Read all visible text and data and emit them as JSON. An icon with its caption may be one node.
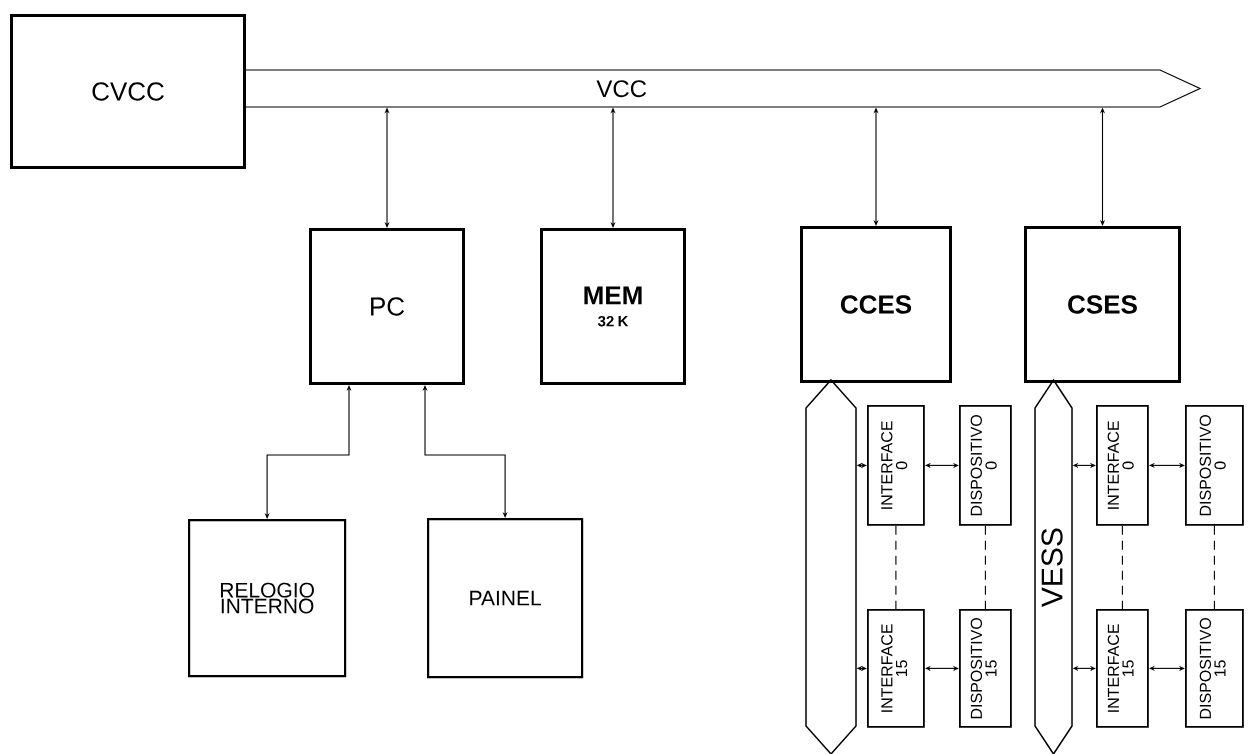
{
  "diagram": {
    "nodes": [
      {
        "text": [
          "CVCC"
        ]
      },
      {
        "text": [
          "VCC"
        ]
      },
      {
        "text": [
          "PC"
        ]
      },
      {
        "text": [
          "MEM",
          "32 K"
        ]
      },
      {
        "text": [
          "CCES"
        ]
      },
      {
        "text": [
          "CSES"
        ]
      },
      {
        "text": [
          "RELOGIO INTERNO"
        ]
      },
      {
        "text": [
          "PAINEL"
        ]
      },
      {
        "text": [],
        "shape": "bar"
      },
      {
        "text": [
          "INTERFACE",
          "0"
        ]
      },
      {
        "text": [
          "DISPOSITIVO",
          "0"
        ]
      },
      {
        "text": [
          "INTERFACE",
          "15"
        ]
      },
      {
        "text": [
          "DISPOSITIVO",
          "15"
        ]
      },
      {
        "text": [
          "VESS"
        ]
      },
      {
        "text": [
          "INTERFACE",
          "0"
        ]
      },
      {
        "text": [
          "DISPOSITIVO",
          "0"
        ]
      },
      {
        "text": [
          "INTERFACE",
          "15"
        ]
      },
      {
        "text": [
          "DISPOSITIVO",
          "15"
        ]
      }
    ],
    "edges": [
      {
        "from": 1,
        "to": 2,
        "arrow": "both"
      },
      {
        "from": 1,
        "to": 3,
        "arrow": "both"
      },
      {
        "from": 1,
        "to": 4,
        "arrow": "both"
      },
      {
        "from": 1,
        "to": 5,
        "arrow": "both"
      },
      {
        "from": 2,
        "to": 6,
        "arrow": "both"
      },
      {
        "from": 2,
        "to": 7,
        "arrow": "both"
      },
      {
        "from": 8,
        "to": 9,
        "arrow": "both"
      },
      {
        "from": 9,
        "to": 10,
        "arrow": "both"
      },
      {
        "from": 9,
        "to": 11,
        "arrow": "none",
        "style": "dashed"
      },
      {
        "from": 10,
        "to": 12,
        "arrow": "none",
        "style": "dashed"
      },
      {
        "from": 8,
        "to": 11,
        "arrow": "both"
      },
      {
        "from": 11,
        "to": 12,
        "arrow": "both"
      },
      {
        "from": 13,
        "to": 14,
        "arrow": "both"
      },
      {
        "from": 14,
        "to": 15,
        "arrow": "both"
      },
      {
        "from": 14,
        "to": 16,
        "arrow": "none",
        "style": "dashed"
      },
      {
        "from": 15,
        "to": 17,
        "arrow": "none",
        "style": "dashed"
      },
      {
        "from": 13,
        "to": 16,
        "arrow": "both"
      },
      {
        "from": 16,
        "to": 17,
        "arrow": "both"
      }
    ]
  }
}
